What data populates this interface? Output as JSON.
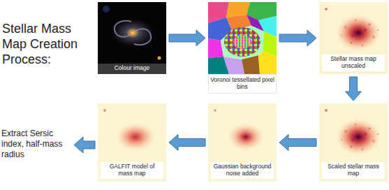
{
  "diagram": {
    "title": "Stellar Mass Map Creation Process:",
    "nodes": [
      {
        "text": [
          "Colour image"
        ]
      },
      {
        "text": [
          "Voronoi tessellated pixel bins"
        ]
      },
      {
        "text": [
          "Stellar mass map unscaled"
        ]
      },
      {
        "text": [
          "Scaled stellar mass map"
        ]
      },
      {
        "text": [
          "Gaussian background noise added"
        ]
      },
      {
        "text": [
          "GALFIT model of mass map"
        ]
      },
      {
        "text": [
          "Extract Sersic index, half-mass radius"
        ]
      }
    ],
    "edges": [
      {
        "from": 0,
        "to": 1,
        "arrow": "to"
      },
      {
        "from": 1,
        "to": 2,
        "arrow": "to"
      },
      {
        "from": 2,
        "to": 3,
        "arrow": "to"
      },
      {
        "from": 3,
        "to": 4,
        "arrow": "to"
      },
      {
        "from": 4,
        "to": 5,
        "arrow": "to"
      },
      {
        "from": 5,
        "to": 6,
        "arrow": "to"
      }
    ]
  }
}
